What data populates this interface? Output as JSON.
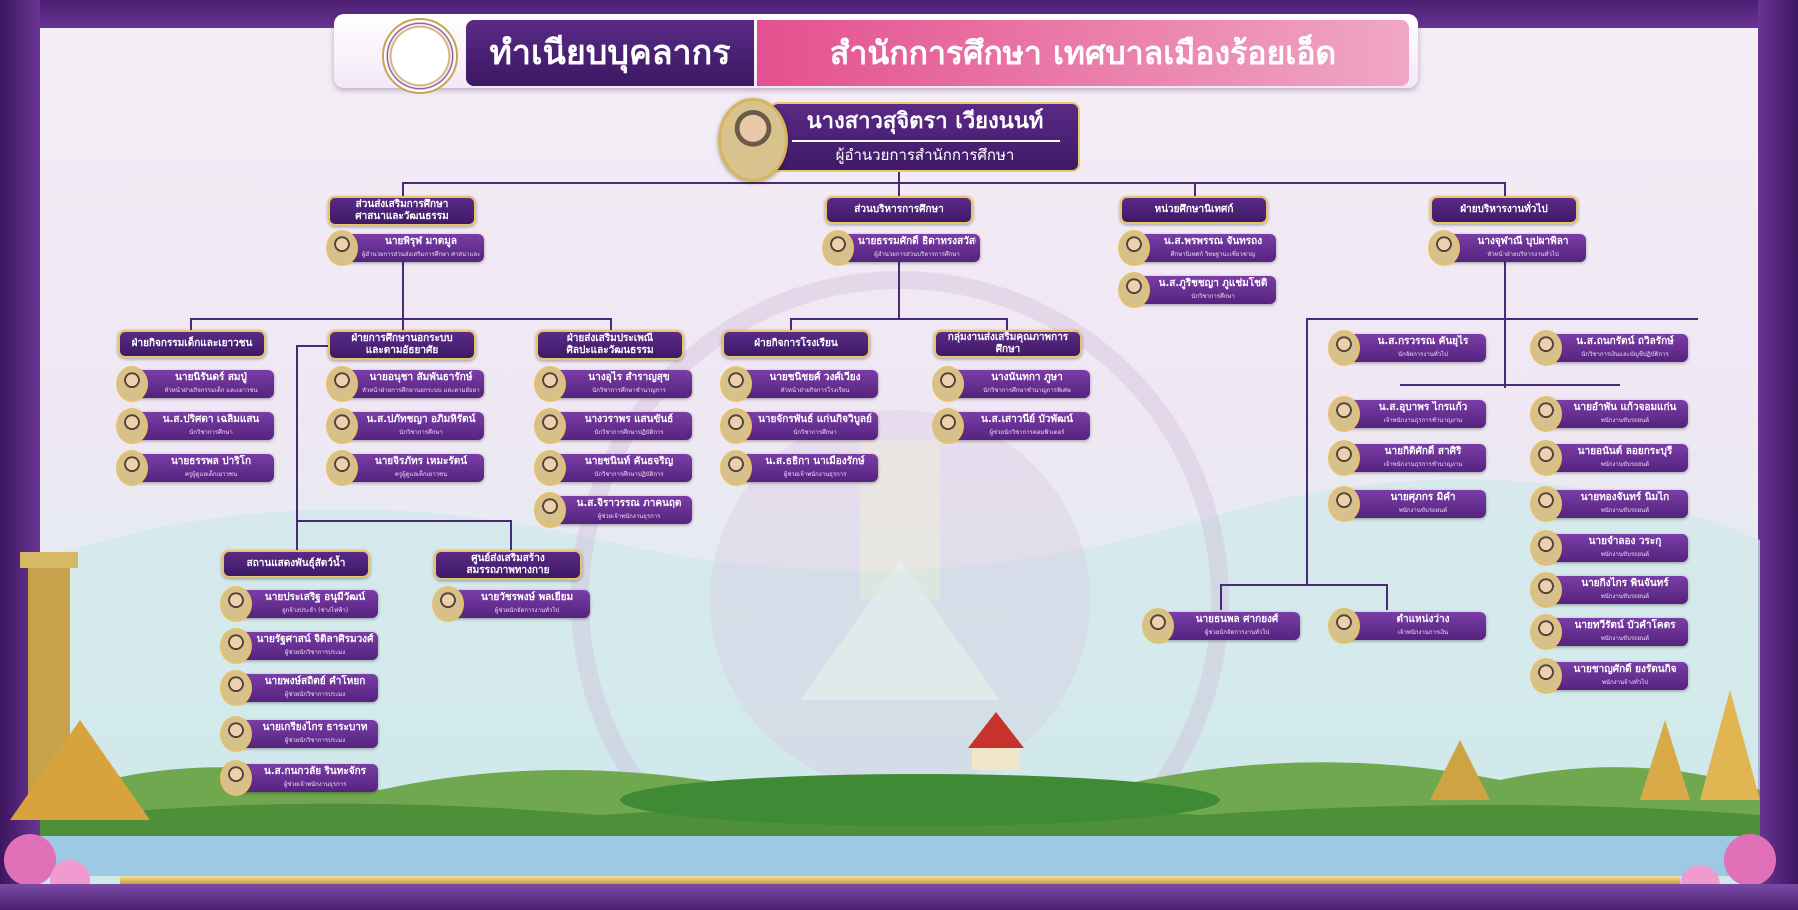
{
  "header": {
    "title_left": "ทำเนียบบุคลากร",
    "title_right": "สำนักการศึกษา  เทศบาลเมืองร้อยเอ็ด"
  },
  "director": {
    "name": "นางสาวสุจิตรา เวียงนนท์",
    "position": "ผู้อำนวยการสำนักการศึกษา"
  },
  "units": {
    "u1": [
      "ส่วนส่งเสริมการศึกษา",
      "ศาสนาและวัฒนธรรม"
    ],
    "u2": [
      "ส่วนบริหารการศึกษา"
    ],
    "u3": [
      "หน่วยศึกษานิเทศก์"
    ],
    "u4": [
      "ฝ่ายบริหารงานทั่วไป"
    ],
    "s1": [
      "ฝ่ายกิจกรรมเด็กและเยาวชน"
    ],
    "s2": [
      "ฝ่ายการศึกษานอกระบบ",
      "และตามอัธยาศัย"
    ],
    "s3": [
      "ฝ่ายส่งเสริมประเพณี",
      "ศิลปะและวัฒนธรรม"
    ],
    "s4": [
      "ฝ่ายกิจการโรงเรียน"
    ],
    "s5": [
      "กลุ่มงานส่งเสริมคุณภาพการศึกษา"
    ],
    "s6": [
      "สถานแสดงพันธุ์สัตว์น้ำ"
    ],
    "s7": [
      "ศูนย์ส่งเสริมสร้าง",
      "สมรรถภาพทางกาย"
    ]
  },
  "people": {
    "p_u1": {
      "name": "นายพิรุฬ มาตมูล",
      "pos": "ผู้อำนวยการส่วนส่งเสริมการศึกษา ศาสนาและวัฒนธรรม"
    },
    "p_u2": {
      "name": "นายธรรมศักดิ์ ธิดาทรงสวัสดิ์",
      "pos": "ผู้อำนวยการส่วนบริหารการศึกษา"
    },
    "p_u3a": {
      "name": "น.ส.พรพรรณ จันทรถง",
      "pos": "ศึกษานิเทศก์ วิทยฐานะเชี่ยวชาญ"
    },
    "p_u3b": {
      "name": "น.ส.ภูริชชญา ภูแช่มโชติ",
      "pos": "นักวิชาการศึกษา"
    },
    "p_u4": {
      "name": "นางจุฬาณี บุปผาพิลา",
      "pos": "หัวหน้าฝ่ายบริหารงานทั่วไป"
    },
    "s1a": {
      "name": "นายนิรันดร์ สมปู่",
      "pos": "หัวหน้าฝ่ายกิจกรรมเด็ก และเยาวชน"
    },
    "s1b": {
      "name": "น.ส.ปริศดา เฉลิมแสน",
      "pos": "นักวิชาการศึกษา"
    },
    "s1c": {
      "name": "นายธรรพล ปาริโก",
      "pos": "ครูผู้ดูแลเด็กเยาวชน"
    },
    "s2a": {
      "name": "นายอนุชา สัมพันธารักษ์",
      "pos": "หัวหน้าฝ่ายการศึกษานอกระบบ และตามอัธยาศัย"
    },
    "s2b": {
      "name": "น.ส.ปภัทชญา อภิมหิรัตน์",
      "pos": "นักวิชาการศึกษา"
    },
    "s2c": {
      "name": "นายจิรภัทร เหมะรัตน์",
      "pos": "ครูผู้ดูแลเด็กเยาวชน"
    },
    "s3a": {
      "name": "นางอุไร สำราญสุข",
      "pos": "นักวิชาการศึกษาชำนาญการ"
    },
    "s3b": {
      "name": "นางวราพร แสนขันธ์",
      "pos": "นักวิชาการศึกษาปฏิบัติการ"
    },
    "s3c": {
      "name": "นายชนินท์ คันธจริญ",
      "pos": "นักวิชาการศึกษาปฏิบัติการ"
    },
    "s3d": {
      "name": "น.ส.จิราวรรณ ภาคนฤต",
      "pos": "ผู้ช่วยเจ้าพนักงานธุรการ"
    },
    "s4a": {
      "name": "นายชนิชยศ์ วงศ์เวียง",
      "pos": "หัวหน้าฝ่ายกิจการโรงเรียน"
    },
    "s4b": {
      "name": "นายจักรพันธ์ แก่นกิจวิบูลย์",
      "pos": "นักวิชาการศึกษา"
    },
    "s4c": {
      "name": "น.ส.ธธิกา นาเมืองรักษ์",
      "pos": "ผู้ช่วยเจ้าพนักงานธุรการ"
    },
    "s5a": {
      "name": "นางนันทกา ภูษา",
      "pos": "นักวิชาการศึกษาชำนาญการพิเศษ"
    },
    "s5b": {
      "name": "น.ส.เสาวนีย์ บัวพัฒน์",
      "pos": "ผู้ช่วยนักวิชาการคอมพิวเตอร์"
    },
    "s6a": {
      "name": "นายประเสริฐ อนุมีวัฒน์",
      "pos": "ลูกจ้างประจำ (ช่างไฟฟ้า)"
    },
    "s6b": {
      "name": "นายรัฐศาสน์ จิติลาศิรมวงศ์",
      "pos": "ผู้ช่วยนักวิชาการประมง"
    },
    "s6c": {
      "name": "นายพงษ์สถิตย์ คำโหยก",
      "pos": "ผู้ช่วยนักวิชาการประมง"
    },
    "s6d": {
      "name": "นายเกรียงไกร ธาระบาท",
      "pos": "ผู้ช่วยนักวิชาการประมง"
    },
    "s6e": {
      "name": "น.ส.กนกวลัย รินทะจักร",
      "pos": "ผู้ช่วยเจ้าพนักงานธุรการ"
    },
    "s7a": {
      "name": "นายวัชรพงษ์ พลเยี่ยม",
      "pos": "ผู้ช่วยนักจัดการงานทั่วไป"
    },
    "g1a": {
      "name": "น.ส.กรวรรณ คันยุไร",
      "pos": "นักจัดการงานทั่วไป"
    },
    "g1b": {
      "name": "น.ส.ถนกรัตน์ ถวิลรักษ์",
      "pos": "นักวิชาการเงินและบัญชีปฏิบัติการ"
    },
    "g2a": {
      "name": "น.ส.อุบาพร ไกรแก้ว",
      "pos": "เจ้าพนักงานธุรการชำนาญงาน"
    },
    "g2b": {
      "name": "นายกิติศักดิ์ สาศิริ",
      "pos": "เจ้าพนักงานธุรการชำนาญงาน"
    },
    "g2c": {
      "name": "นายศุภกร มิคำ",
      "pos": "พนักงานขับรถยนต์"
    },
    "g3a": {
      "name": "นายอำพัน แก้วจอมแก่น",
      "pos": "พนักงานขับรถยนต์"
    },
    "g3b": {
      "name": "นายอนันต์ ลอยกระบุรี",
      "pos": "พนักงานขับรถยนต์"
    },
    "g3c": {
      "name": "นายทองจันทร์ นิ่มไก",
      "pos": "พนักงานขับรถยนต์"
    },
    "g3d": {
      "name": "นายจำลอง วระกุ",
      "pos": "พนักงานขับรถยนต์"
    },
    "g3e": {
      "name": "นายกิ่งไกร พินจันทร์",
      "pos": "พนักงานขับรถยนต์"
    },
    "g3f": {
      "name": "นายทวีรัตน์ บัวคำโคตร",
      "pos": "พนักงานขับรถยนต์"
    },
    "g3g": {
      "name": "นายชาญศักดิ์ ยงรัตนกิจ",
      "pos": "พนักงานจ้างทั่วไป"
    },
    "g4a": {
      "name": "นายธนพล ศากยงศ์",
      "pos": "ผู้ช่วยนักจัดการงานทั่วไป"
    },
    "g4b": {
      "name": "ตำแหน่งว่าง",
      "pos": "เจ้าพนักงานการเงิน"
    }
  }
}
